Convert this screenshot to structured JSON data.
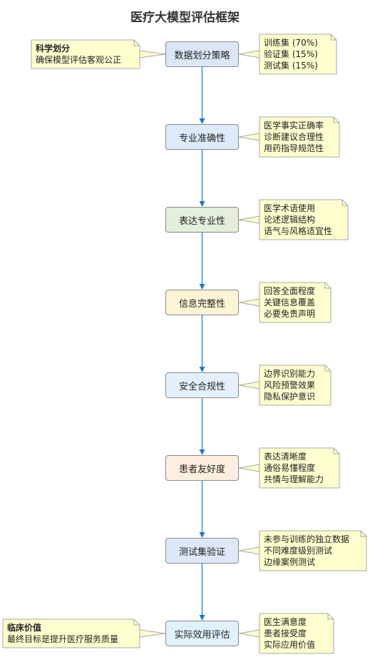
{
  "title": "医疗大模型评估框架",
  "colors": {
    "arrow": "#1f78c8",
    "note_fill": "#fefece",
    "note_border": "#a8a8a8",
    "node_border": "#8a8a8a"
  },
  "steps": [
    {
      "label": "数据划分策略",
      "fill": "#dbe7f7"
    },
    {
      "label": "专业准确性",
      "fill": "#dcebfa"
    },
    {
      "label": "表达专业性",
      "fill": "#e3efda"
    },
    {
      "label": "信息完整性",
      "fill": "#fdf4d6"
    },
    {
      "label": "安全合规性",
      "fill": "#e4f0fb"
    },
    {
      "label": "患者友好度",
      "fill": "#fdeee0"
    },
    {
      "label": "测试集验证",
      "fill": "#dde8f8"
    },
    {
      "label": "实际效用评估",
      "fill": "#dff1fc"
    }
  ],
  "right_notes": [
    [
      "训练集 (70%)",
      "验证集 (15%)",
      "测试集 (15%)"
    ],
    [
      "医学事实正确率",
      "诊断建议合理性",
      "用药指导规范性"
    ],
    [
      "医学术语使用",
      "论述逻辑结构",
      "语气与风格适宜性"
    ],
    [
      "回答全面程度",
      "关键信息覆盖",
      "必要免责声明"
    ],
    [
      "边界识别能力",
      "风险预警效果",
      "隐私保护意识"
    ],
    [
      "表达清晰度",
      "通俗易懂程度",
      "共情与理解能力"
    ],
    [
      "未参与训练的独立数据",
      "不同难度级别测试",
      "边缘案例测试"
    ],
    [
      "医生满意度",
      "患者接受度",
      "实际应用价值"
    ]
  ],
  "left_notes": [
    {
      "heading": "科学划分",
      "text": "确保模型评估客观公正"
    },
    {
      "heading": "临床价值",
      "text": "最终目标是提升医疗服务质量"
    }
  ]
}
